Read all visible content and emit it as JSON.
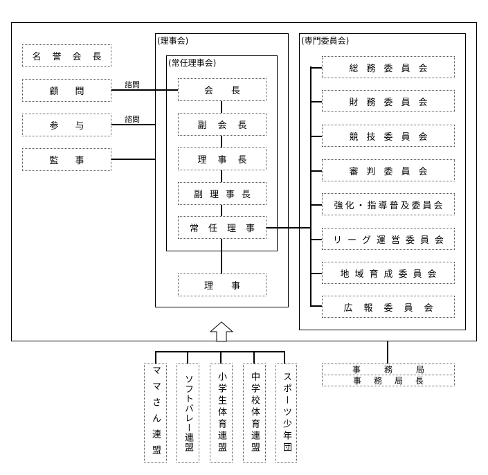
{
  "sections": {
    "board_title": "(理事会)",
    "standing_board_title": "(常任理事会)",
    "committees_title": "(専門委員会)"
  },
  "left_boxes": {
    "honorary_president": "名誉会長",
    "advisor": "顧問",
    "counselor": "参与",
    "auditor": "監事"
  },
  "notes": {
    "advisor_note": "諮問",
    "counselor_note": "諮問"
  },
  "chain": {
    "president": "会長",
    "vice_president": "副会長",
    "chairman": "理事長",
    "vice_chairman": "副理事長",
    "standing_director": "常任理事",
    "director": "理事"
  },
  "committees": [
    "総務委員会",
    "財務委員会",
    "競技委員会",
    "審判委員会",
    "強化・指導普及委員会",
    "リーグ運営委員会",
    "地域育成委員会",
    "広報委員会"
  ],
  "secretariat": {
    "office": "事務局",
    "office_head": "事務局長"
  },
  "members": [
    "ママさん連盟",
    "ソフトバレー連盟",
    "小学生体育連盟",
    "中学校体育連盟",
    "スポーツ少年団"
  ]
}
